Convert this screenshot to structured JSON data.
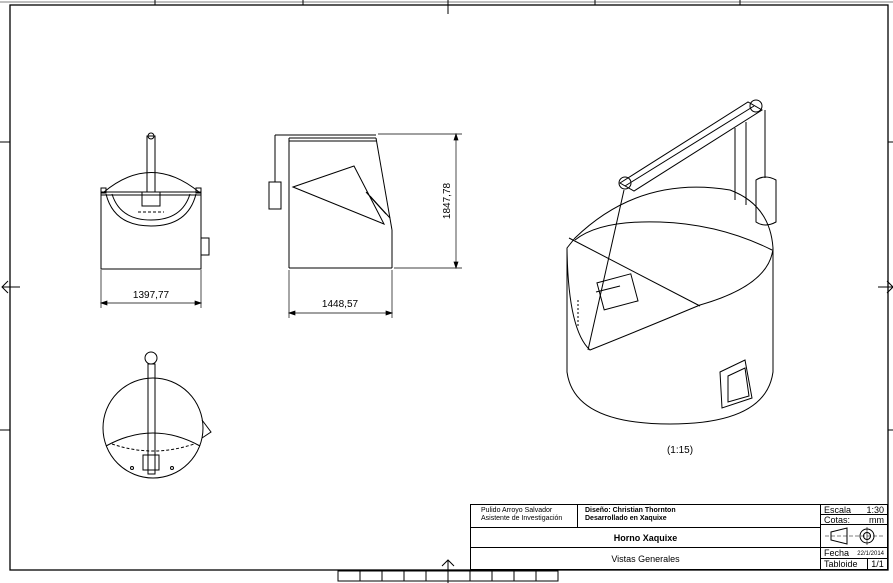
{
  "dimensions": {
    "front_width": "1397,77",
    "side_width": "1448,57",
    "side_height": "1847,78"
  },
  "iso_view": {
    "scale_label": "(1:15)"
  },
  "title_block": {
    "author_name": "Pulido Arroyo Salvador",
    "author_role": "Asistente de Investigación",
    "design_line": "Diseño: Christian Thornton",
    "developed_line": "Desarrollado en Xaquixe",
    "title": "Horno Xaquixe",
    "subtitle": "Vistas Generales",
    "scale_label": "Escala",
    "scale_value": "1:30",
    "units_label": "Cotas:",
    "units_value": "mm",
    "date_label": "Fecha",
    "date_value": "22/1/2014",
    "size_label": "Tabloide",
    "sheet_value": "1/1"
  }
}
